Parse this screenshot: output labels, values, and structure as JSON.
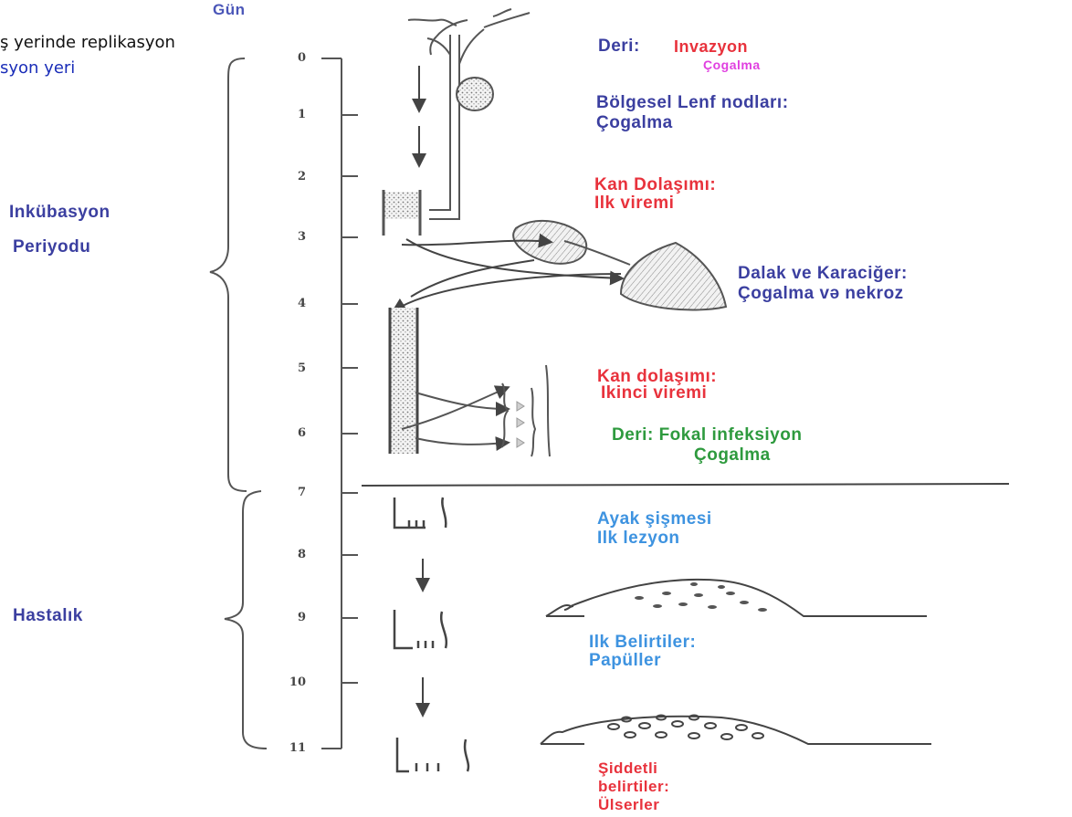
{
  "header": {
    "day_label": "Gün",
    "overlay_line1": "ş yerinde replikasyon",
    "overlay_line2": "syon yeri"
  },
  "periods": {
    "incubation_line1": "Inkübasyon",
    "incubation_line2": "Periyodu",
    "disease": "Hastalık"
  },
  "days": [
    "0",
    "1",
    "2",
    "3",
    "4",
    "5",
    "6",
    "7",
    "8",
    "9",
    "10",
    "11"
  ],
  "stages": {
    "skin_label": "Deri:",
    "skin_invasion": "Invazyon",
    "skin_multiplication": "Çogalma",
    "lymph_line1": "Bölgesel Lenf nodları:",
    "lymph_line2": "Çogalma",
    "blood1_line1": "Kan Dolaşımı:",
    "blood1_line2": "Ilk viremi",
    "spleen_line1": "Dalak ve Karaciğer:",
    "spleen_line2": "Çogalma və nekroz",
    "blood2_line1": "Kan dolaşımı:",
    "blood2_line2": "Ikinci viremi",
    "skin2_line1": "Deri: Fokal infeksiyon",
    "skin2_line2": "Çogalma",
    "foot_line1": "Ayak şişmesi",
    "foot_line2": "Ilk lezyon",
    "first_signs_line1": "Ilk Belirtiler:",
    "first_signs_line2": "Papüller",
    "severe_line1": "Şiddetli",
    "severe_line2": "belirtiler:",
    "severe_line3": "Ülserler"
  },
  "colors": {
    "blue": "#3b3fa0",
    "red": "#e8323c",
    "magenta": "#e040e0",
    "green": "#2e9a3e",
    "lightblue": "#3e93e0",
    "navy": "#1a2db8"
  }
}
